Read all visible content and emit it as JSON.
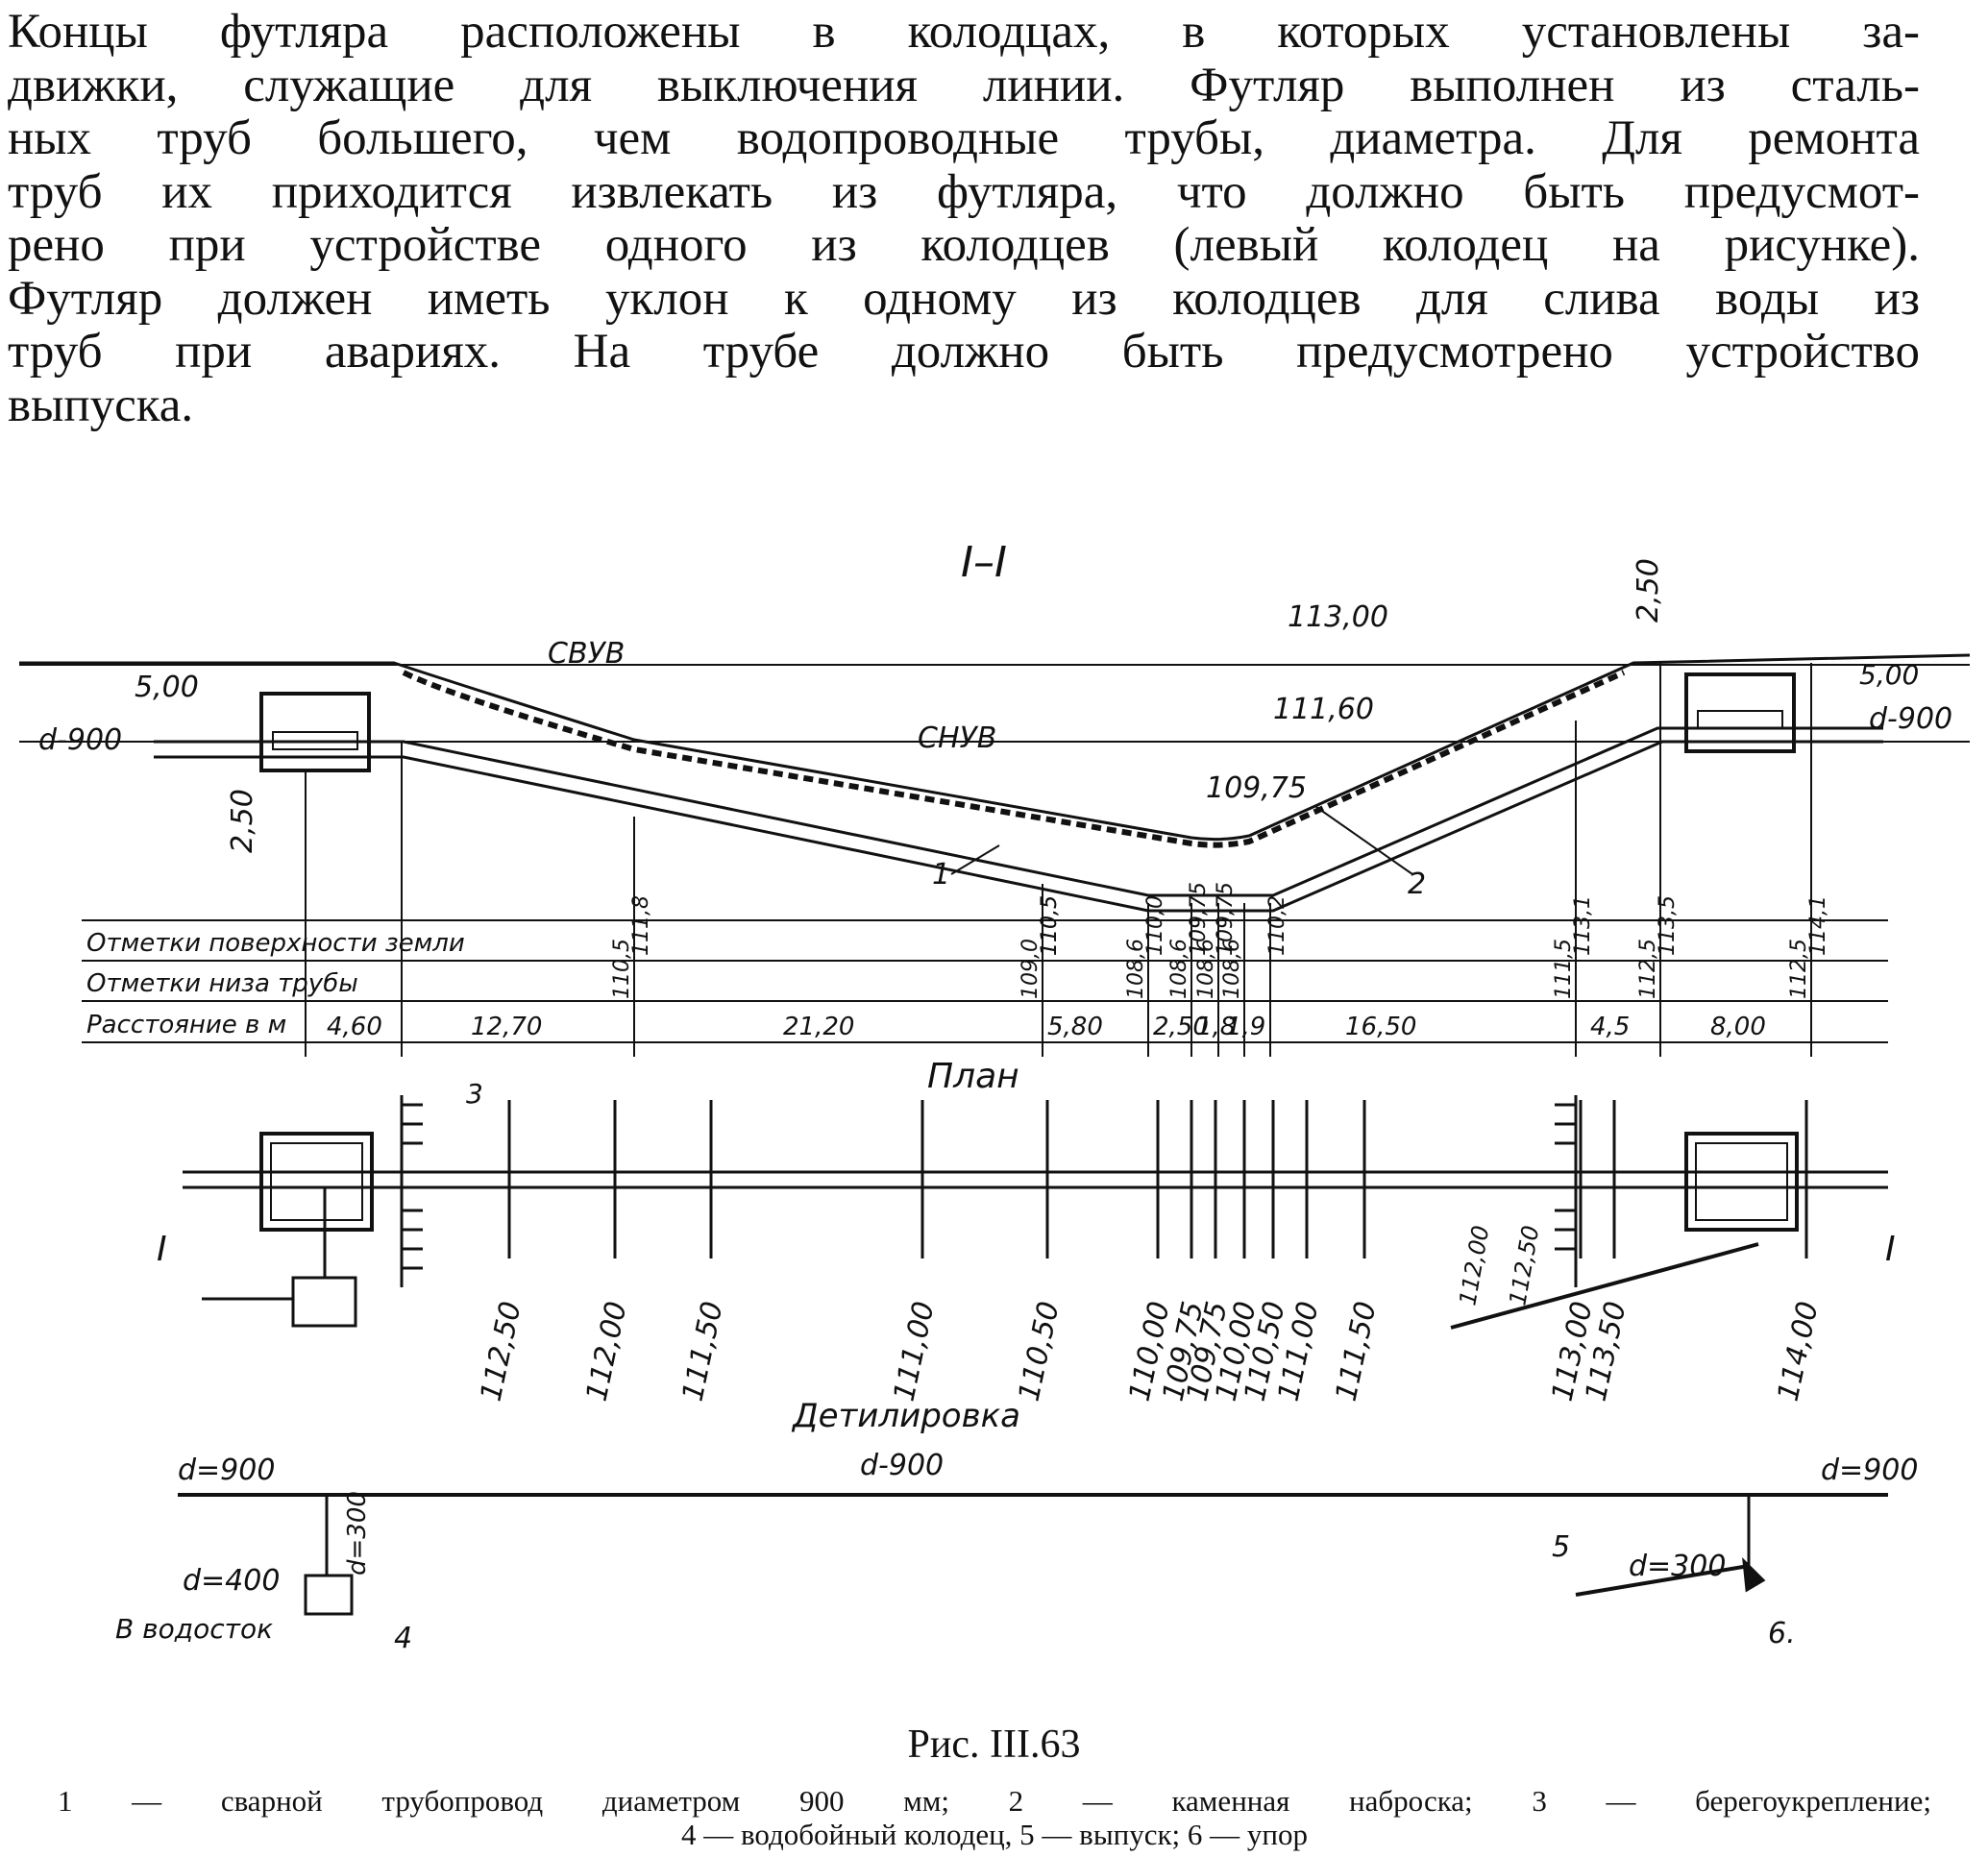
{
  "paragraph": {
    "lines": [
      "Концы футляра расположены  в колодцах, в которых установлены за-",
      "движки, служащие для выключения линии.  Футляр выполнен из сталь-",
      "ных труб большего, чем водопроводные трубы, диаметра. Для ремонта",
      "труб их приходится извлекать из футляра, что должно быть предусмот-",
      "рено при устройстве одного из колодцев (левый  колодец  на  рисунке).",
      "Футляр должен иметь уклон к одному из колодцев для слива воды из",
      "труб при авариях. На трубе  должно быть  предусмотрено  устройство",
      "выпуска."
    ]
  },
  "figure": {
    "section_label": "I–I",
    "plan_label": "План",
    "detail_label": "Детилировка",
    "section": {
      "level_svuv": "СВУВ",
      "level_snuv": "СНУВ",
      "elev_113": "113,00",
      "elev_111": "111,60",
      "elev_109": "109,75",
      "dim_500_left": "5,00",
      "dim_250_left": "2,50",
      "dim_250_right": "2,50",
      "dim_500_right": "5,00",
      "pipe_left": "d-900",
      "pipe_right": "d-900",
      "callout_1": "1",
      "callout_2": "2"
    },
    "table": {
      "row_labels": [
        "Отметки поверхности земли",
        "Отметки низа трубы",
        "Расстояние в м"
      ],
      "rotated_marks": [
        "111,8",
        "110,5",
        "110,5",
        "110,0",
        "109,75",
        "109,75",
        "110,2",
        "113,1",
        "113,5",
        "114,1"
      ],
      "rotated_bottom_marks": [
        "110,5",
        "109,0",
        "108,6",
        "108,6",
        "108,6",
        "108,6",
        "111,5",
        "112,5",
        "112,5"
      ],
      "distances": [
        "4,60",
        "12,70",
        "21,20",
        "5,80",
        "2,50",
        "1,8",
        "1,9",
        "16,50",
        "4,5",
        "8,00"
      ]
    },
    "plan": {
      "contours": [
        "112,50",
        "112,00",
        "111,50",
        "111,00",
        "110,50",
        "110,00",
        "109,75",
        "109,75",
        "110,00",
        "110,50",
        "111,00",
        "111,50",
        "113,00",
        "113,50",
        "114,00"
      ],
      "slope_marks": [
        "112,00",
        "112,50"
      ],
      "callout_3": "3",
      "section_mark_left": "I",
      "section_mark_right": "I"
    },
    "detail": {
      "d900_left": "d=900",
      "d900_center": "d-900",
      "d900_right": "d=900",
      "d300_vertical": "d=300",
      "d400": "d=400",
      "to_drain": "В водосток",
      "callout_4": "4",
      "callout_5": "5",
      "d300_outlet": "d=300",
      "callout_6": "6."
    }
  },
  "caption": {
    "title": "Рис. III.63",
    "legend_line1": "1 — сварной  трубопровод  диаметром  900  мм;  2 — каменная  наброска;  3 — берегоукрепление;",
    "legend_line2": "4 — водобойный колодец, 5 — выпуск; 6 — упор"
  }
}
